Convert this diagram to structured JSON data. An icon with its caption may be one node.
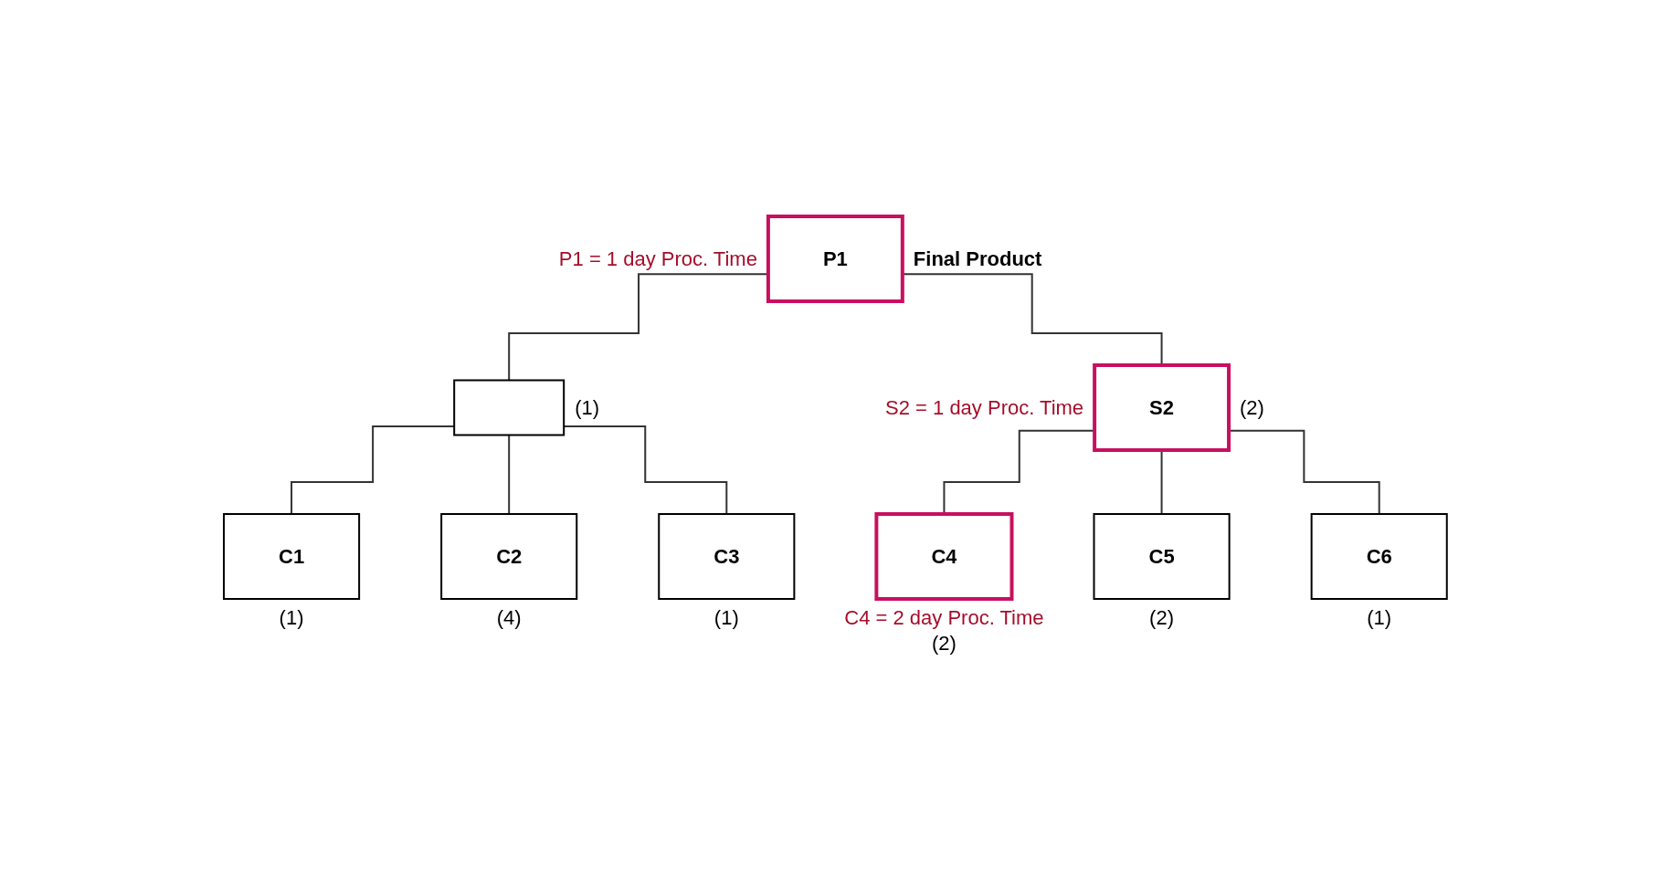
{
  "diagram": {
    "nodes": [
      {
        "text": [
          "P1"
        ],
        "beside": [
          "P1 = 1 day Proc. Time",
          "Final Product"
        ]
      },
      {
        "text": [],
        "shape": "box",
        "beside": [
          "(1)"
        ]
      },
      {
        "text": [
          "S2"
        ],
        "beside": [
          "S2 = 1 day Proc. Time",
          "(2)"
        ]
      },
      {
        "text": [
          "C1"
        ],
        "beside": [
          "(1)"
        ]
      },
      {
        "text": [
          "C2"
        ],
        "beside": [
          "(4)"
        ]
      },
      {
        "text": [
          "C3"
        ],
        "beside": [
          "(1)"
        ]
      },
      {
        "text": [
          "C4"
        ],
        "beside": [
          "C4 = 2 day Proc. Time",
          "(2)"
        ]
      },
      {
        "text": [
          "C5"
        ],
        "beside": [
          "(2)"
        ]
      },
      {
        "text": [
          "C6"
        ],
        "beside": [
          "(1)"
        ]
      }
    ],
    "edges": [
      {
        "from": 0,
        "to": 1,
        "arrow": "none"
      },
      {
        "from": 0,
        "to": 2,
        "arrow": "none"
      },
      {
        "from": 1,
        "to": 3,
        "arrow": "none"
      },
      {
        "from": 1,
        "to": 4,
        "arrow": "none"
      },
      {
        "from": 1,
        "to": 5,
        "arrow": "none"
      },
      {
        "from": 2,
        "to": 6,
        "arrow": "none"
      },
      {
        "from": 2,
        "to": 7,
        "arrow": "none"
      },
      {
        "from": 2,
        "to": 8,
        "arrow": "none"
      }
    ]
  }
}
